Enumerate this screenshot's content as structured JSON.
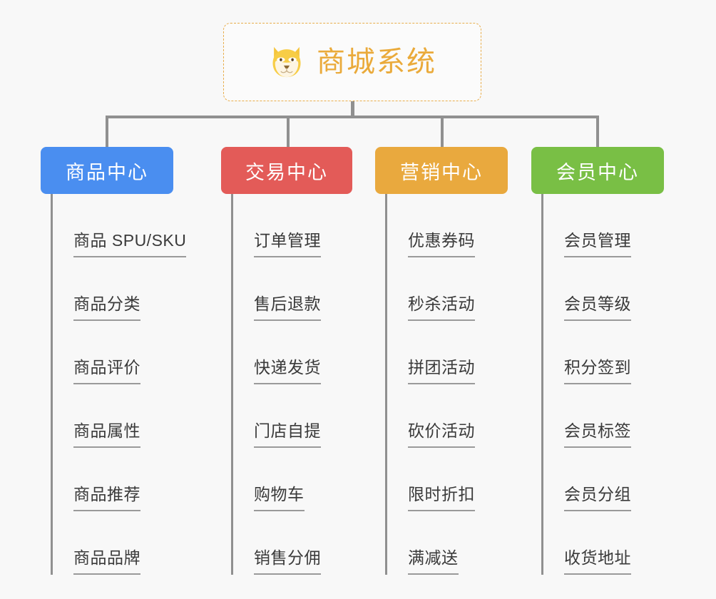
{
  "diagram": {
    "type": "organization-tree",
    "background_color": "#f8f8f8",
    "connector_color": "#909090",
    "root": {
      "title": "商城系统",
      "icon": "shiba-dog-face-icon",
      "text_color": "#eaaa3a",
      "border_color": "#e8ad4b",
      "background_color": "#fbfbfb"
    },
    "branches": [
      {
        "label": "商品中心",
        "color": "#4a8ef0",
        "items": [
          "商品 SPU/SKU",
          "商品分类",
          "商品评价",
          "商品属性",
          "商品推荐",
          "商品品牌"
        ]
      },
      {
        "label": "交易中心",
        "color": "#e35b58",
        "items": [
          "订单管理",
          "售后退款",
          "快递发货",
          "门店自提",
          "购物车",
          "销售分佣"
        ]
      },
      {
        "label": "营销中心",
        "color": "#e9a93e",
        "items": [
          "优惠券码",
          "秒杀活动",
          "拼团活动",
          "砍价活动",
          "限时折扣",
          "满减送"
        ]
      },
      {
        "label": "会员中心",
        "color": "#79bf45",
        "items": [
          "会员管理",
          "会员等级",
          "积分签到",
          "会员标签",
          "会员分组",
          "收货地址"
        ]
      }
    ]
  }
}
